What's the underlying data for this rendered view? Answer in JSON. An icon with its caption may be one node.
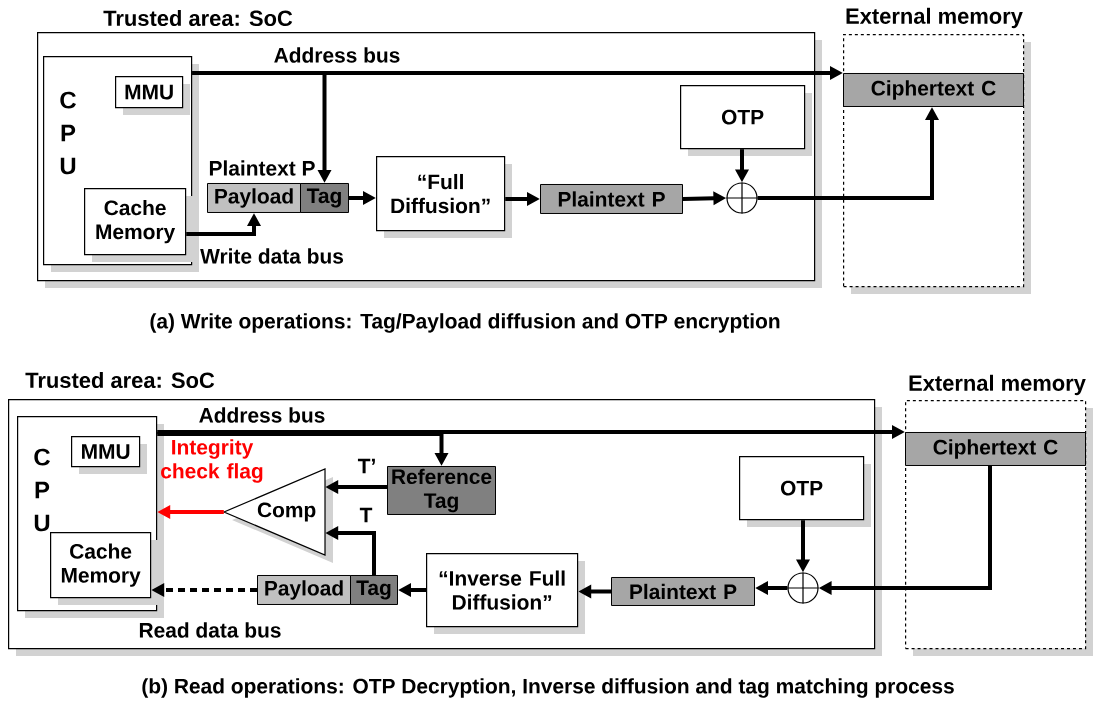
{
  "diagram": {
    "nodes": [
      {
        "text": [
          "Trusted area: SoC"
        ]
      },
      {
        "text": [
          "C P U"
        ],
        "in": 0
      },
      {
        "text": [
          "MMU"
        ],
        "in": 1
      },
      {
        "text": [
          "Cache Memory"
        ],
        "in": 1
      },
      {
        "text": [
          "Payload"
        ],
        "in": 0
      },
      {
        "text": [
          "Tag"
        ],
        "in": 0
      },
      {
        "text": [
          "“Full Diffusion”"
        ],
        "in": 0
      },
      {
        "text": [
          "Plaintext P"
        ],
        "in": 0
      },
      {
        "text": [
          "OTP"
        ],
        "in": 0
      },
      {
        "text": [],
        "shape": "circle",
        "in": 0
      },
      {
        "text": [
          "External memory"
        ]
      },
      {
        "text": [
          "Ciphertext C"
        ],
        "in": 10
      },
      {
        "text": [
          "Trusted area: SoC"
        ]
      },
      {
        "text": [
          "C P U"
        ],
        "in": 12
      },
      {
        "text": [
          "MMU"
        ],
        "in": 13
      },
      {
        "text": [
          "Cache Memory"
        ],
        "in": 13
      },
      {
        "text": [
          "Comp"
        ],
        "in": 12
      },
      {
        "text": [
          "Reference Tag"
        ],
        "in": 12
      },
      {
        "text": [
          "Payload"
        ],
        "in": 12
      },
      {
        "text": [
          "Tag"
        ],
        "in": 12
      },
      {
        "text": [
          "“Inverse Full Diffusion”"
        ],
        "in": 12
      },
      {
        "text": [
          "Plaintext P"
        ],
        "in": 12
      },
      {
        "text": [
          "OTP"
        ],
        "in": 12
      },
      {
        "text": [],
        "shape": "circle",
        "in": 12
      },
      {
        "text": [
          "External memory"
        ]
      },
      {
        "text": [
          "Ciphertext C"
        ],
        "in": 24
      }
    ],
    "edges": [
      {
        "from": 1,
        "to": 11,
        "arrow": "to",
        "label": "Address bus"
      },
      {
        "from": 1,
        "to": 5,
        "arrow": "to"
      },
      {
        "from": 3,
        "to": 4,
        "arrow": "to",
        "label": "Write data bus"
      },
      {
        "from": 5,
        "to": 6,
        "arrow": "to"
      },
      {
        "from": 6,
        "to": 7,
        "arrow": "to"
      },
      {
        "from": 7,
        "to": 9,
        "arrow": "to"
      },
      {
        "from": 8,
        "to": 9,
        "arrow": "to"
      },
      {
        "from": 9,
        "to": 11,
        "arrow": "to"
      },
      {
        "from": 13,
        "to": 25,
        "arrow": "to",
        "label": "Address bus"
      },
      {
        "from": 13,
        "to": 17,
        "arrow": "to"
      },
      {
        "from": 17,
        "to": 16,
        "arrow": "to",
        "label": "T’"
      },
      {
        "from": 19,
        "to": 16,
        "arrow": "to",
        "label": "T"
      },
      {
        "from": 16,
        "to": 13,
        "arrow": "to",
        "label": "Integrity check flag",
        "color": "#ff0000"
      },
      {
        "from": 18,
        "to": 15,
        "arrow": "to",
        "label": "Read data bus",
        "style": "dashed"
      },
      {
        "from": 20,
        "to": 19,
        "arrow": "to"
      },
      {
        "from": 21,
        "to": 20,
        "arrow": "to"
      },
      {
        "from": 23,
        "to": 21,
        "arrow": "to"
      },
      {
        "from": 22,
        "to": 23,
        "arrow": "to"
      },
      {
        "from": 25,
        "to": 23,
        "arrow": "to"
      }
    ],
    "labels": [
      "Plaintext P",
      "(a) Write operations: Tag/Payload diffusion and OTP encryption",
      "(b) Read operations: OTP Decryption, Inverse diffusion and tag matching process"
    ]
  }
}
